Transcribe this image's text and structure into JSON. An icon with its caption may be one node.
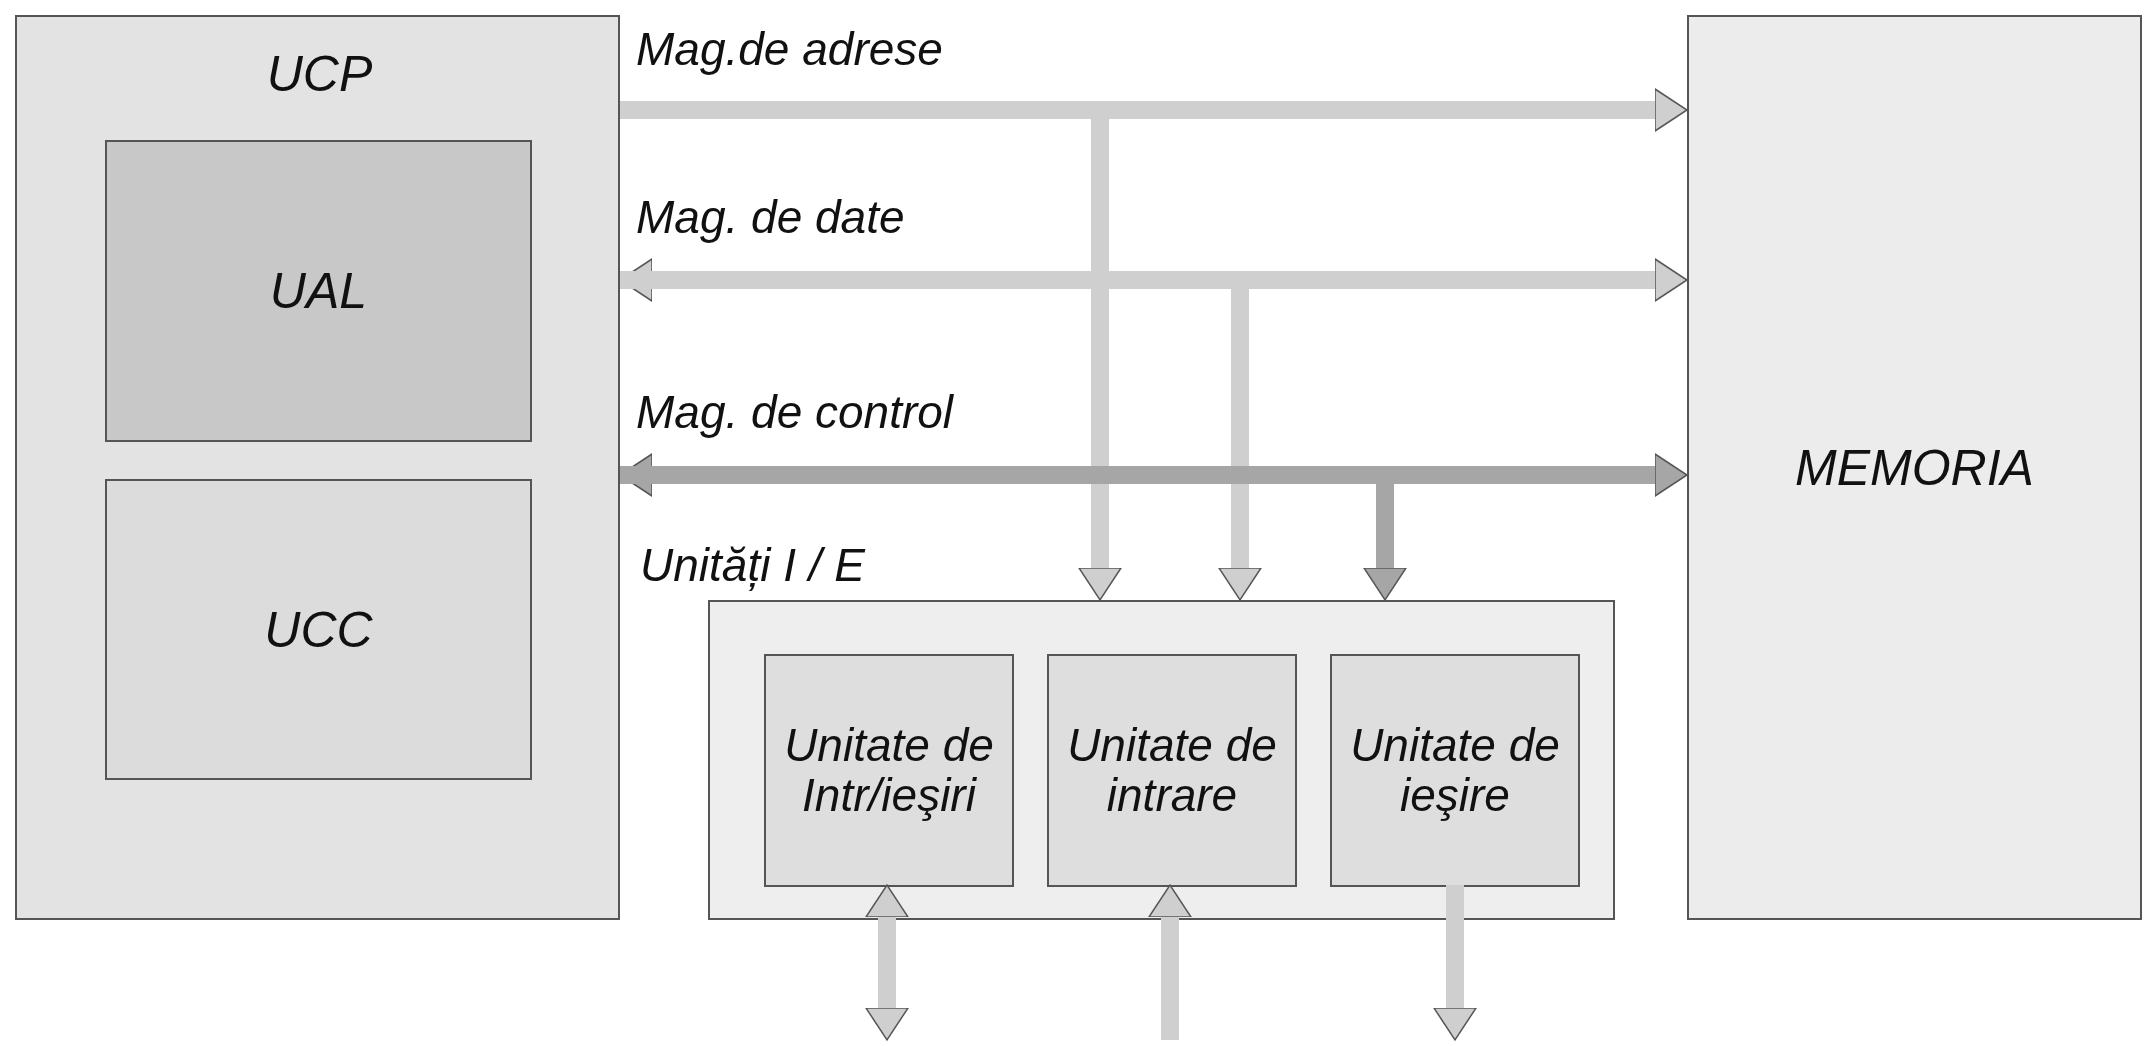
{
  "diagram": {
    "nodes": [
      {
        "text": [
          "UCP"
        ]
      },
      {
        "text": [
          "UAL"
        ],
        "in": 0
      },
      {
        "text": [
          "UCC"
        ],
        "in": 0
      },
      {
        "text": [
          "MEMORIA"
        ]
      },
      {
        "text": [
          "Unități I / E"
        ]
      },
      {
        "text": [
          "Unitate de Intr/ieşiri"
        ],
        "in": 4
      },
      {
        "text": [
          "Unitate de intrare"
        ],
        "in": 4
      },
      {
        "text": [
          "Unitate de ieşire"
        ],
        "in": 4
      }
    ],
    "edges": [
      {
        "from": 0,
        "to": 3,
        "arrow": "to",
        "label": "Mag.de adrese"
      },
      {
        "from": 0,
        "to": 4,
        "arrow": "to"
      },
      {
        "from": 0,
        "to": 3,
        "arrow": "both",
        "label": "Mag. de date"
      },
      {
        "from": 0,
        "to": 4,
        "arrow": "to"
      },
      {
        "from": 0,
        "to": 3,
        "arrow": "both",
        "label": "Mag. de control",
        "color": "#a6a6a6"
      },
      {
        "from": 0,
        "to": 4,
        "arrow": "to",
        "color": "#a6a6a6"
      },
      {
        "from": 5,
        "to": null,
        "arrow": "both"
      },
      {
        "from": null,
        "to": 6,
        "arrow": "to"
      },
      {
        "from": 7,
        "to": null,
        "arrow": "to"
      }
    ]
  }
}
